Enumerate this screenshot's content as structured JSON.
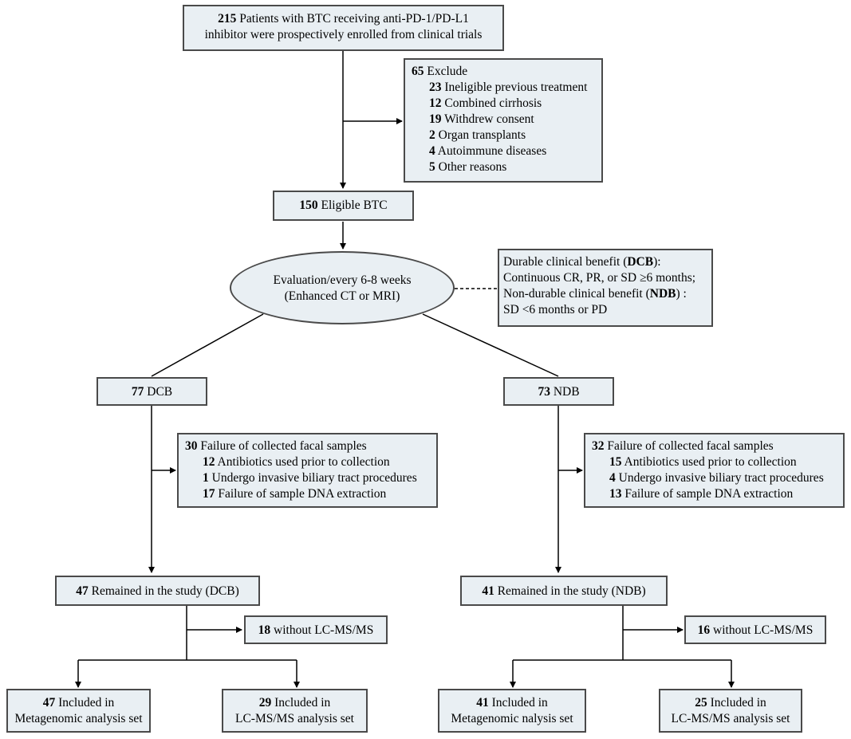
{
  "enrolled": {
    "count": "215",
    "line1": "Patients with BTC receiving anti-PD-1/PD-L1",
    "line2": "inhibitor were prospectively enrolled from clinical trials"
  },
  "exclude": {
    "count": "65",
    "label": "Exclude",
    "items": [
      {
        "count": "23",
        "label": "Ineligible previous treatment"
      },
      {
        "count": "12",
        "label": "Combined cirrhosis"
      },
      {
        "count": "19",
        "label": "Withdrew consent"
      },
      {
        "count": "2",
        "label": "Organ transplants"
      },
      {
        "count": "4",
        "label": "Autoimmune diseases"
      },
      {
        "count": "5",
        "label": "Other reasons"
      }
    ]
  },
  "eligible": {
    "count": "150",
    "label": "Eligible BTC"
  },
  "evaluation": {
    "line1": "Evaluation/every 6-8 weeks",
    "line2": "(Enhanced CT or MRI)"
  },
  "definition": {
    "dcb_prefix": "Durable clinical benefit (",
    "dcb_abbr": "DCB",
    "dcb_suffix": "):",
    "dcb_criteria": "Continuous CR, PR, or SD ≥6 months;",
    "ndb_prefix": "Non-durable clinical benefit (",
    "ndb_abbr": "NDB",
    "ndb_suffix": ") :",
    "ndb_criteria": "SD <6 months or PD"
  },
  "dcb": {
    "count": "77",
    "label": "DCB",
    "failure": {
      "count": "30",
      "label": "Failure of collected facal samples",
      "items": [
        {
          "count": "12",
          "label": "Antibiotics used prior to collection"
        },
        {
          "count": "1",
          "label": "Undergo invasive biliary tract procedures"
        },
        {
          "count": "17",
          "label": "Failure of sample DNA extraction"
        }
      ]
    },
    "remained": {
      "count": "47",
      "label": "Remained in the study (DCB)"
    },
    "without": {
      "count": "18",
      "label": "without LC-MS/MS"
    },
    "meta": {
      "count": "47",
      "line1": "Included in",
      "line2": "Metagenomic analysis set"
    },
    "lcms": {
      "count": "29",
      "line1": "Included in",
      "line2": "LC-MS/MS analysis set"
    }
  },
  "ndb": {
    "count": "73",
    "label": "NDB",
    "failure": {
      "count": "32",
      "label": "Failure of collected facal samples",
      "items": [
        {
          "count": "15",
          "label": "Antibiotics used prior to collection"
        },
        {
          "count": "4",
          "label": "Undergo invasive biliary tract procedures"
        },
        {
          "count": "13",
          "label": "Failure of sample DNA extraction"
        }
      ]
    },
    "remained": {
      "count": "41",
      "label": "Remained in the study (NDB)"
    },
    "without": {
      "count": "16",
      "label": "without LC-MS/MS"
    },
    "meta": {
      "count": "41",
      "line1": "Included in",
      "line2": "Metagenomic nalysis set"
    },
    "lcms": {
      "count": "25",
      "line1": "Included in",
      "line2": "LC-MS/MS analysis set"
    }
  }
}
